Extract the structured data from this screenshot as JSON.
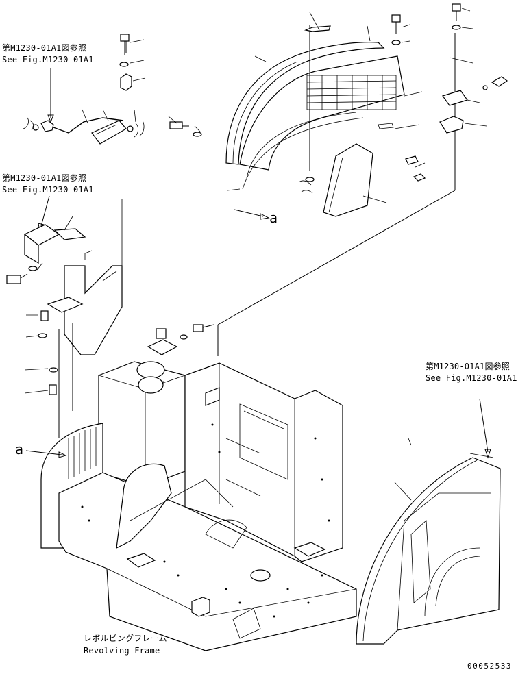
{
  "references": {
    "top_left": {
      "jp": "第M1230-01A1図参照",
      "en": "See Fig.M1230-01A1"
    },
    "mid_left": {
      "jp": "第M1230-01A1図参照",
      "en": "See Fig.M1230-01A1"
    },
    "right": {
      "jp": "第M1230-01A1図参照",
      "en": "See Fig.M1230-01A1"
    }
  },
  "callouts": {
    "a_top": "a",
    "a_left": "a"
  },
  "frame_label": {
    "jp": "レボルビングフレーム",
    "en": "Revolving Frame"
  },
  "drawing_number": "00052533"
}
